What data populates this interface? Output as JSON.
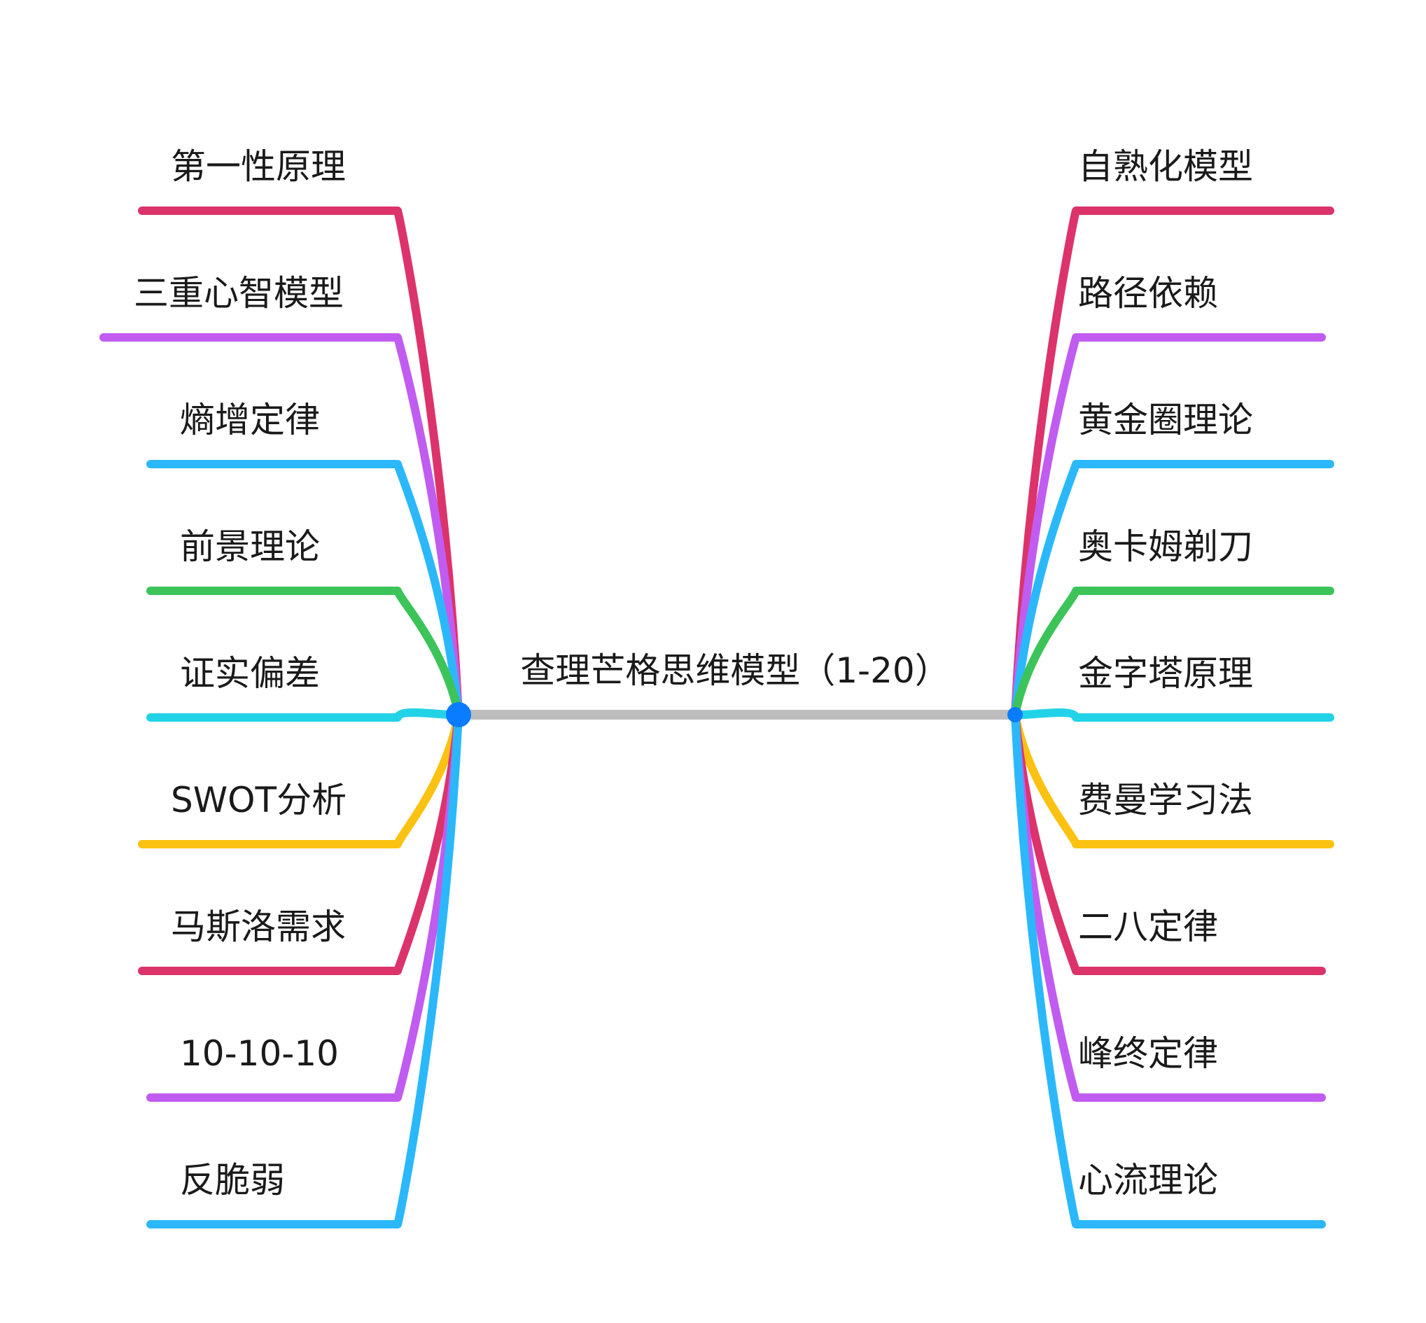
{
  "central_topic": "查理芒格思维模型（1-20）",
  "colors": {
    "trunk": "#bdbdbd",
    "center_node": "#0a7cff",
    "red": "#dc336b",
    "purple": "#c15cf0",
    "sky": "#2bb8fa",
    "green": "#3cc45a",
    "cyan": "#22d3e8",
    "yellow": "#fcc212"
  },
  "left_branches": [
    {
      "label": "第一性原理",
      "color": "#dc336b"
    },
    {
      "label": "三重心智模型",
      "color": "#c15cf0"
    },
    {
      "label": "熵增定律",
      "color": "#2bb8fa"
    },
    {
      "label": "前景理论",
      "color": "#3cc45a"
    },
    {
      "label": "证实偏差",
      "color": "#22d3e8"
    },
    {
      "label": "SWOT分析",
      "color": "#fcc212"
    },
    {
      "label": "马斯洛需求",
      "color": "#dc336b"
    },
    {
      "label": "10-10-10",
      "color": "#c15cf0"
    },
    {
      "label": "反脆弱",
      "color": "#2bb8fa"
    }
  ],
  "right_branches": [
    {
      "label": "自熟化模型",
      "color": "#dc336b"
    },
    {
      "label": "路径依赖",
      "color": "#c15cf0"
    },
    {
      "label": "黄金圈理论",
      "color": "#2bb8fa"
    },
    {
      "label": "奥卡姆剃刀",
      "color": "#3cc45a"
    },
    {
      "label": "金字塔原理",
      "color": "#22d3e8"
    },
    {
      "label": "费曼学习法",
      "color": "#fcc212"
    },
    {
      "label": "二八定律",
      "color": "#dc336b"
    },
    {
      "label": "峰终定律",
      "color": "#c15cf0"
    },
    {
      "label": "心流理论",
      "color": "#2bb8fa"
    }
  ]
}
